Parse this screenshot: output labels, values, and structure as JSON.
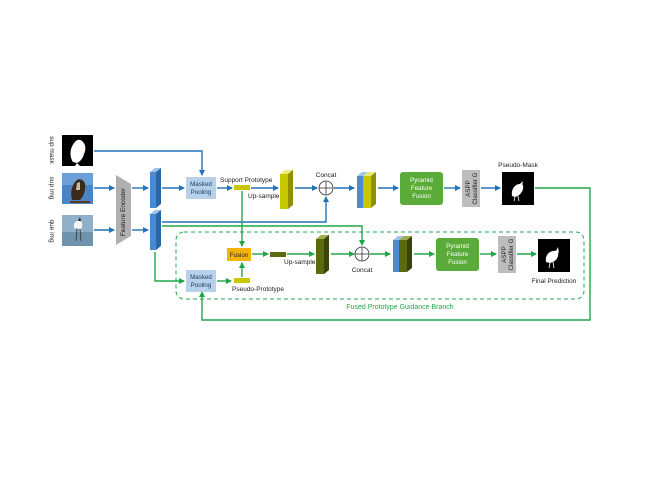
{
  "inputs": {
    "sup_mask": "sup mask",
    "sup_img": "sup img",
    "que_img": "que img"
  },
  "encoder": {
    "label": "Feature Encoder"
  },
  "upper_branch": {
    "masked_pooling": [
      "Masked",
      "Pooling"
    ],
    "support_prototype": "Support Prototype",
    "upsample": "Up-sample",
    "concat": "Concat",
    "pff": [
      "Pyramid",
      "Feature",
      "Fusion"
    ],
    "aspp": [
      "ASPP",
      "Classifier G"
    ],
    "output": "Pseudo-Mask"
  },
  "lower_branch": {
    "fusion": "Fusion",
    "masked_pooling": [
      "Masked",
      "Pooling"
    ],
    "pseudo_prototype": "Pseudo-Prototype",
    "upsample": "Up-sample",
    "concat": "Concat",
    "pff": [
      "Pyramid",
      "Feature",
      "Fusion"
    ],
    "aspp": [
      "ASPP",
      "Classifier G"
    ],
    "output": "Final Prediction",
    "branch_title": "Fused Prototype Guidance  Branch"
  },
  "colors": {
    "blue_arrow": "#2272b8",
    "green_arrow": "#1fa64a",
    "pff_box": "#5aab3a",
    "masked_pool_box": "#b7d1ea",
    "fusion_box": "#f2b40b",
    "aspp_box": "#bdbdbd",
    "feature_blue": "#3d7fc6",
    "feature_yellow": "#c8c800",
    "feature_olive": "#5c6b10",
    "dashed_box": "#22aa55"
  }
}
